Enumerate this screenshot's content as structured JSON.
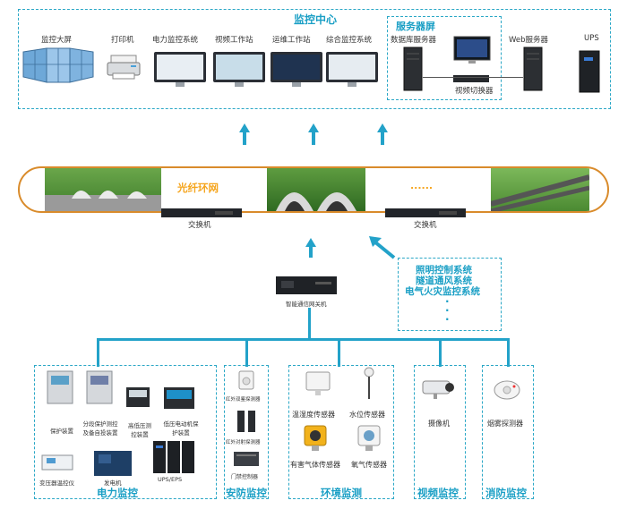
{
  "monitor_center": {
    "title": "监控中心",
    "devices": [
      {
        "label": "监控大屏"
      },
      {
        "label": "打印机"
      },
      {
        "label": "电力监控系统"
      },
      {
        "label": "视频工作站"
      },
      {
        "label": "运维工作站"
      },
      {
        "label": "综合监控系统"
      }
    ],
    "server_room": {
      "title": "服务器屏",
      "db_server": "数据库服务器",
      "video_switch": "视频切换器",
      "web_server": "Web服务器",
      "ups": "UPS"
    }
  },
  "ring": {
    "title": "光纤环网",
    "ellipsis": "......",
    "switch_left": "交换机",
    "switch_right": "交换机"
  },
  "gateway": {
    "label": "智能通信网关机"
  },
  "systems_box": {
    "lines": [
      "照明控制系统",
      "隧道通风系统",
      "电气火灾监控系统"
    ],
    "dots": "·"
  },
  "groups": {
    "power": {
      "title": "电力监控",
      "items": [
        "保护装置",
        "分段保护测控及备自投装置",
        "高低压测控装置",
        "低压电动机保护装置",
        "变压器温控仪",
        "发电机",
        "UPS/EPS"
      ]
    },
    "security": {
      "title": "安防监控",
      "items": [
        "红外双鉴探测器",
        "红外对射探测器",
        "门禁控制器"
      ]
    },
    "environment": {
      "title": "环境监测",
      "items": [
        "温湿度传感器",
        "水位传感器",
        "有害气体传感器",
        "氧气传感器"
      ]
    },
    "video": {
      "title": "视频监控",
      "items": [
        "摄像机"
      ]
    },
    "fire": {
      "title": "消防监控",
      "items": [
        "烟雾探测器"
      ]
    }
  },
  "colors": {
    "accent": "#1a9fc5",
    "ring_title": "#f5a51e",
    "ring_border": "#d98b2b"
  }
}
